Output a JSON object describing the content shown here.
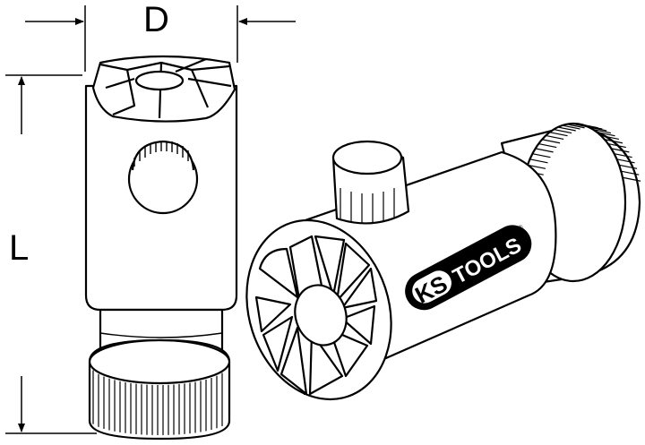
{
  "dimensions": {
    "diameter_label": "D",
    "length_label": "L"
  },
  "logo": {
    "brand_ks": "KS",
    "brand_tools": "TOOLS",
    "registered_mark": "®"
  },
  "colors": {
    "line": "#000000",
    "fill": "#ffffff"
  }
}
